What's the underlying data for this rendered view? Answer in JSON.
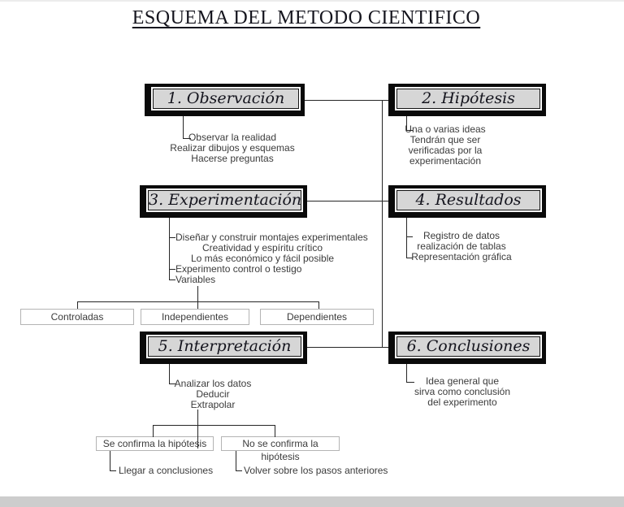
{
  "palette": {
    "frame": "#0a0a0a",
    "step_box_fill": "#d6d6d6",
    "connector_line": "#262626",
    "note_text": "#3b3b3b",
    "title_text": "#15151e",
    "small_box_border": "#b4b4b4",
    "footer_strip": "#cdcdcd"
  },
  "title": "ESQUEMA DEL METODO CIENTIFICO",
  "steps": {
    "s1": {
      "label": "1. Observación",
      "notes": [
        "Observar la realidad",
        "Realizar dibujos y esquemas",
        "Hacerse preguntas"
      ]
    },
    "s2": {
      "label": "2. Hipótesis",
      "notes": [
        "Una o varias ideas",
        "Tendrán que ser",
        "verificadas por la",
        "experimentación"
      ]
    },
    "s3": {
      "label": "3. Experimentación",
      "notes": [
        "Diseñar y construir montajes experimentales",
        "Creatividad y espíritu crítico",
        "Lo más económico y fácil posible",
        "Experimento control o testigo",
        "Variables"
      ]
    },
    "s4": {
      "label": "4. Resultados",
      "notes": [
        "Registro de datos",
        "realización de tablas",
        "Representación gráfica"
      ]
    },
    "s5": {
      "label": "5. Interpretación",
      "notes": [
        "Analizar los datos",
        "Deducir",
        "Extrapolar"
      ]
    },
    "s6": {
      "label": "6. Conclusiones",
      "notes": [
        "Idea general que",
        "sirva como conclusión",
        "del experimento"
      ]
    }
  },
  "variables": {
    "items": [
      "Controladas",
      "Independientes",
      "Dependientes"
    ]
  },
  "outcomes": {
    "confirmed": {
      "label": "Se confirma la hipótesis",
      "result": "Llegar a conclusiones"
    },
    "not_confirmed": {
      "label": "No se confirma la hipótesis",
      "result": "Volver sobre los pasos anteriores"
    }
  }
}
